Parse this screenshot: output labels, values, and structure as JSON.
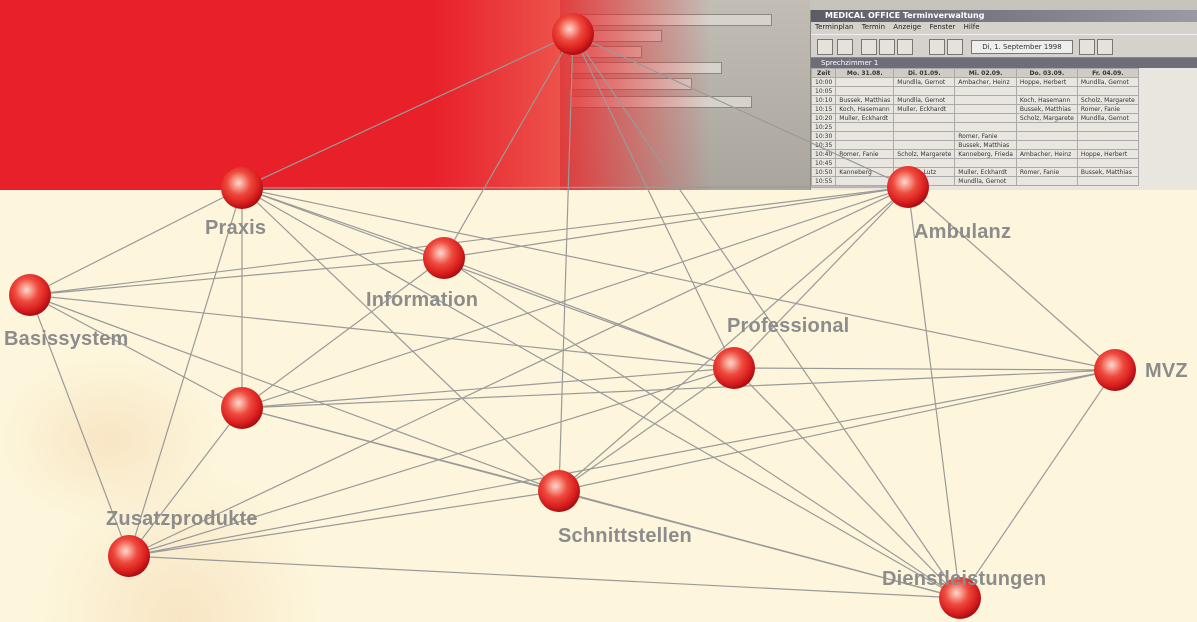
{
  "colors": {
    "red_band": "#e8202a",
    "cream_background": "#fdf6dc",
    "edge_line": "#9a9a9a",
    "label_gray": "#8c8c8c",
    "sphere_red": "#e82a2a"
  },
  "screenshot": {
    "window_title": "MEDICAL OFFICE  Terminverwaltung",
    "menu_items": [
      "Terminplan",
      "Termin",
      "Anzeige",
      "Fenster",
      "Hilfe"
    ],
    "date_value": "Di, 1. September 1998",
    "grid_title": "Sprechzimmer 1",
    "columns": [
      "Zeit",
      "Mo. 31.08.",
      "Di. 01.09.",
      "Mi. 02.09.",
      "Do. 03.09.",
      "Fr. 04.09."
    ],
    "rows": [
      [
        "10:00",
        "",
        "Mundlla, Gernot",
        "Ambacher, Heinz",
        "Hoppe, Herbert",
        "Mundlla, Gernot"
      ],
      [
        "10:05",
        "",
        "",
        "",
        "",
        ""
      ],
      [
        "10:10",
        "Bussek, Matthias",
        "Mundlla, Gernot",
        "",
        "Koch, Hasemann",
        "Scholz, Margarete"
      ],
      [
        "10:15",
        "Koch, Hasemann",
        "Muller, Eckhardt",
        "",
        "Bussek, Matthias",
        "Romer, Fanie"
      ],
      [
        "10:20",
        "Muller, Eckhardt",
        "",
        "",
        "Scholz, Margarete",
        "Mundlla, Gernot"
      ],
      [
        "10:25",
        "",
        "",
        "",
        "",
        ""
      ],
      [
        "10:30",
        "",
        "",
        "Romer, Fanie",
        "",
        ""
      ],
      [
        "10:35",
        "",
        "",
        "Bussek, Matthias",
        "",
        ""
      ],
      [
        "10:40",
        "Romer, Fanie",
        "Scholz, Margarete",
        "Kanneberg, Frieda",
        "Ambacher, Heinz",
        "Hoppe, Herbert"
      ],
      [
        "10:45",
        "",
        "",
        "",
        "",
        ""
      ],
      [
        "10:50",
        "Kanneberg",
        "Ruspler, Lutz",
        "Muller, Eckhardt",
        "Romer, Fanie",
        "Bussek, Matthias"
      ],
      [
        "10:55",
        "",
        "",
        "Mundlla, Gernot",
        "",
        ""
      ]
    ]
  },
  "nodes": [
    {
      "id": "top",
      "label": ""
    },
    {
      "id": "praxis",
      "label": "Praxis"
    },
    {
      "id": "information",
      "label": "Information"
    },
    {
      "id": "basissystem",
      "label": "Basissystem"
    },
    {
      "id": "ambulanz",
      "label": "Ambulanz"
    },
    {
      "id": "professional",
      "label": "Professional"
    },
    {
      "id": "mvz",
      "label": "MVZ"
    },
    {
      "id": "mid",
      "label": ""
    },
    {
      "id": "schnittstellen",
      "label": "Schnittstellen"
    },
    {
      "id": "zusatzprodukte",
      "label": "Zusatzprodukte"
    },
    {
      "id": "dienstleistungen",
      "label": "Dienstleistungen"
    }
  ],
  "edges": [
    [
      "top",
      "praxis"
    ],
    [
      "top",
      "information"
    ],
    [
      "top",
      "schnittstellen"
    ],
    [
      "top",
      "professional"
    ],
    [
      "top",
      "dienstleistungen"
    ],
    [
      "top",
      "ambulanz"
    ],
    [
      "praxis",
      "basissystem"
    ],
    [
      "praxis",
      "information"
    ],
    [
      "praxis",
      "mid"
    ],
    [
      "praxis",
      "zusatzprodukte"
    ],
    [
      "praxis",
      "professional"
    ],
    [
      "praxis",
      "schnittstellen"
    ],
    [
      "praxis",
      "ambulanz"
    ],
    [
      "praxis",
      "mvz"
    ],
    [
      "praxis",
      "dienstleistungen"
    ],
    [
      "information",
      "mid"
    ],
    [
      "information",
      "ambulanz"
    ],
    [
      "information",
      "professional"
    ],
    [
      "information",
      "dienstleistungen"
    ],
    [
      "basissystem",
      "information"
    ],
    [
      "basissystem",
      "mid"
    ],
    [
      "basissystem",
      "zusatzprodukte"
    ],
    [
      "basissystem",
      "professional"
    ],
    [
      "basissystem",
      "schnittstellen"
    ],
    [
      "basissystem",
      "ambulanz"
    ],
    [
      "ambulanz",
      "mid"
    ],
    [
      "ambulanz",
      "professional"
    ],
    [
      "ambulanz",
      "mvz"
    ],
    [
      "ambulanz",
      "schnittstellen"
    ],
    [
      "ambulanz",
      "zusatzprodukte"
    ],
    [
      "ambulanz",
      "dienstleistungen"
    ],
    [
      "professional",
      "mid"
    ],
    [
      "professional",
      "mvz"
    ],
    [
      "professional",
      "schnittstellen"
    ],
    [
      "professional",
      "zusatzprodukte"
    ],
    [
      "professional",
      "dienstleistungen"
    ],
    [
      "mvz",
      "schnittstellen"
    ],
    [
      "mvz",
      "dienstleistungen"
    ],
    [
      "mvz",
      "mid"
    ],
    [
      "mvz",
      "zusatzprodukte"
    ],
    [
      "mid",
      "schnittstellen"
    ],
    [
      "mid",
      "zusatzprodukte"
    ],
    [
      "mid",
      "dienstleistungen"
    ],
    [
      "schnittstellen",
      "zusatzprodukte"
    ],
    [
      "schnittstellen",
      "dienstleistungen"
    ],
    [
      "zusatzprodukte",
      "dienstleistungen"
    ]
  ]
}
